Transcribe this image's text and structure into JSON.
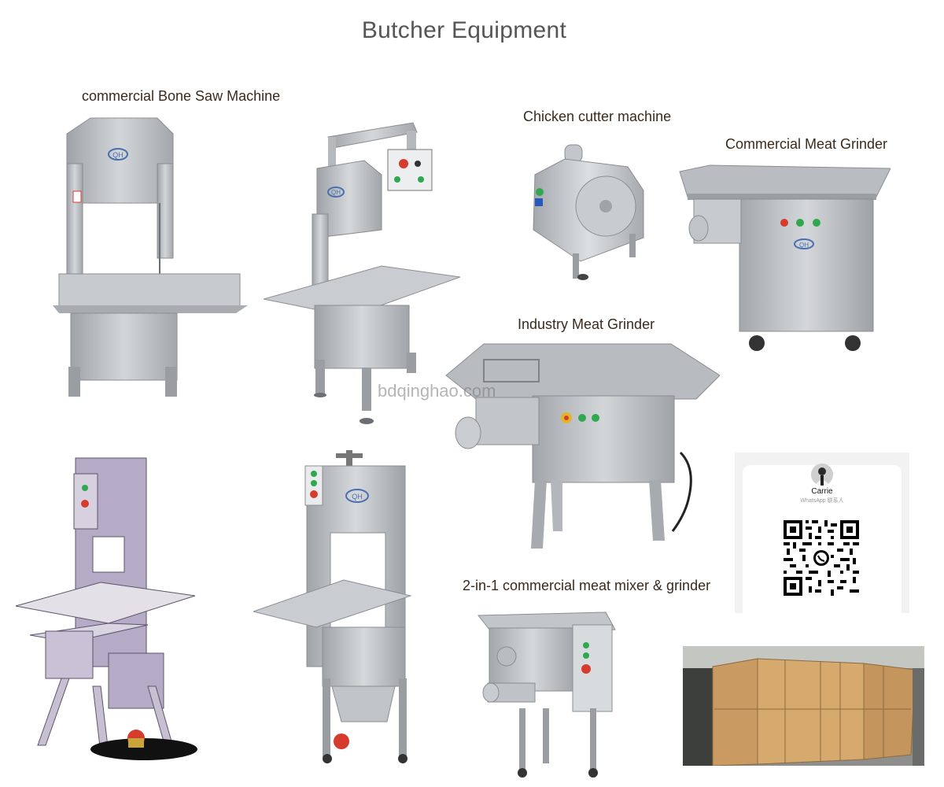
{
  "title": "Butcher Equipment",
  "captions": {
    "bone_saw": "commercial Bone Saw Machine",
    "chicken_cutter": "Chicken cutter machine",
    "commercial_grinder": "Commercial Meat Grinder",
    "industry_grinder": "Industry Meat Grinder",
    "mixer_grinder": "2-in-1 commercial meat mixer & grinder"
  },
  "watermark": "bdqinghao.com",
  "machine_badge": "QH",
  "contact": {
    "name": "Carrie",
    "subtitle": "WhatsApp 联系人"
  },
  "colors": {
    "steel": "#b9bcbf",
    "steel_dark": "#8d9196",
    "lavender": "#b3a8c4",
    "wood": "#c99a62",
    "button_red": "#d63c2e",
    "button_green": "#2fa84f"
  }
}
